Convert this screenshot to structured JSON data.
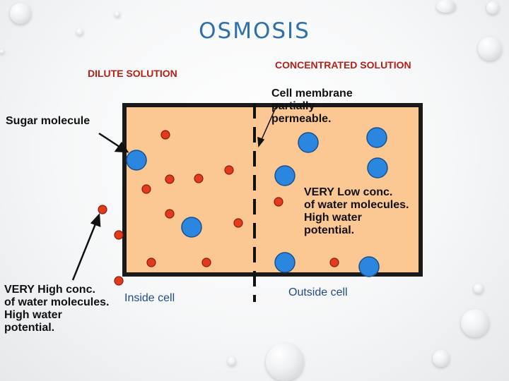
{
  "title": "OSMOSIS",
  "headings": {
    "dilute": "DILUTE SOLUTION",
    "concentrated": "CONCENTRATED SOLUTION"
  },
  "labels": {
    "sugar_molecule": "Sugar molecule",
    "membrane_line1": "Cell membrane",
    "membrane_line2": "partially",
    "membrane_line3": "permeable.",
    "right_line1": "VERY Low conc.",
    "right_line2": "of water molecules.",
    "right_line3": "High water",
    "right_line4": "potential.",
    "left_line1": "VERY High conc.",
    "left_line2": "of water molecules.",
    "left_line3": "High water",
    "left_line4": "potential.",
    "inside_cell": "Inside cell",
    "outside_cell": "Outside cell"
  },
  "colors": {
    "title": "#2e6fae",
    "heading": "#b52016",
    "solution_fill": "#fbc894",
    "sugar_molecule": "#2b86e0",
    "water_molecule": "#e23a1d"
  }
}
